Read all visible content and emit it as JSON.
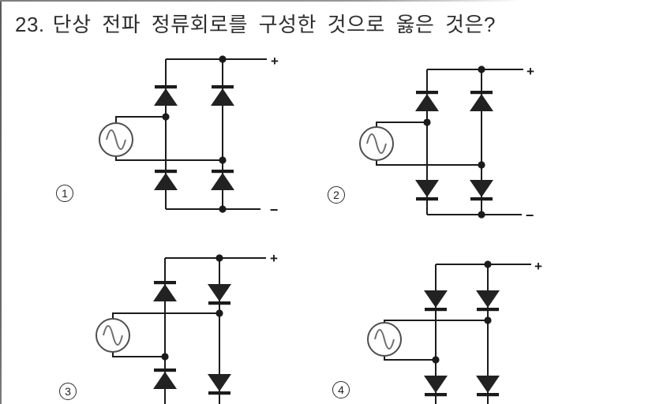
{
  "title": {
    "number": "23.",
    "text": "단상 전파 정류회로를 구성한 것으로 옳은 것은?"
  },
  "colors": {
    "ink": "#1b1b1b",
    "source_stroke": "#4d4d4d",
    "sine_stroke": "#6e6e6e",
    "title_text": "#2e2e2e"
  },
  "circuits": [
    {
      "label": "1",
      "plus_terminal": "+",
      "minus_terminal": "−",
      "source_type": "ac-sine-source",
      "diode_directions": {
        "left_top": "up",
        "right_top": "up",
        "left_bottom": "up",
        "right_bottom": "up"
      },
      "source_top_wire_to": "left-branch",
      "source_bottom_wire_to": "right-branch",
      "bottom_rail_visible": true
    },
    {
      "label": "2",
      "plus_terminal": "+",
      "minus_terminal": "−",
      "source_type": "ac-sine-source",
      "diode_directions": {
        "left_top": "up",
        "right_top": "up",
        "left_bottom": "down",
        "right_bottom": "down"
      },
      "source_top_wire_to": "left-branch",
      "source_bottom_wire_to": "right-branch",
      "bottom_rail_visible": true
    },
    {
      "label": "3",
      "plus_terminal": "+",
      "source_type": "ac-sine-source",
      "diode_directions": {
        "left_top": "up",
        "right_top": "down",
        "left_bottom": "up",
        "right_bottom": "down"
      },
      "source_top_wire_to": "right-branch",
      "source_bottom_wire_to": "left-branch",
      "bottom_rail_visible": false
    },
    {
      "label": "4",
      "plus_terminal": "+",
      "source_type": "ac-sine-source",
      "diode_directions": {
        "left_top": "down",
        "right_top": "down",
        "left_bottom": "down",
        "right_bottom": "down"
      },
      "source_top_wire_to": "right-branch",
      "source_bottom_wire_to": "left-branch",
      "bottom_rail_visible": false
    }
  ]
}
